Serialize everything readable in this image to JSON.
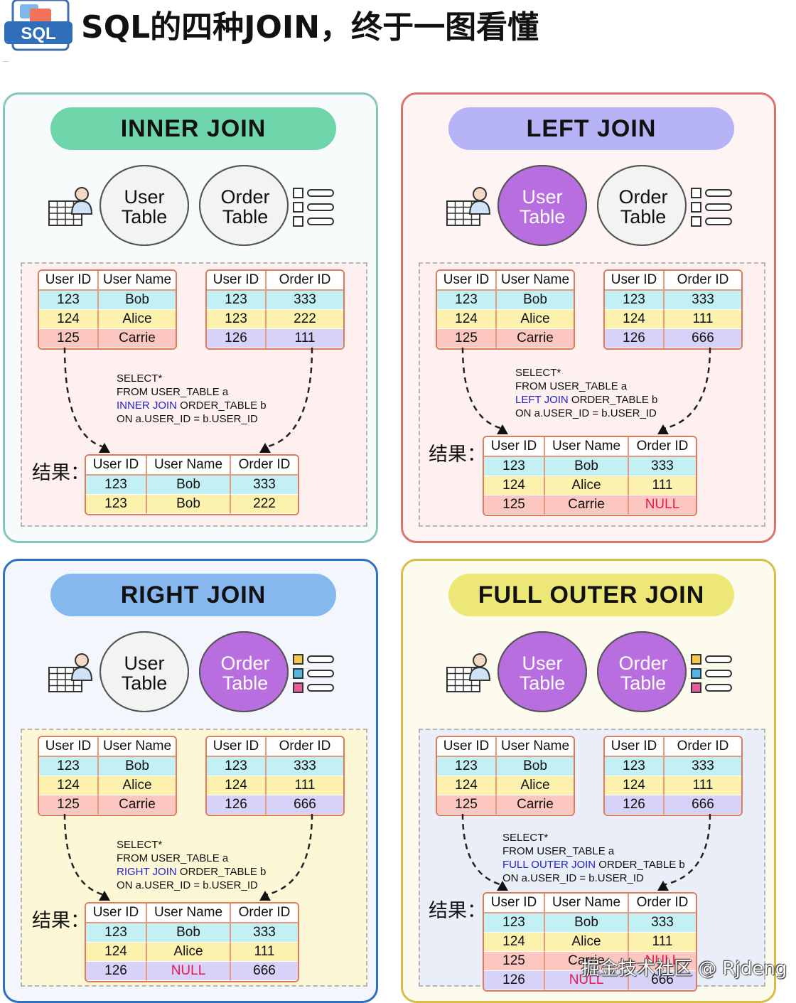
{
  "title": "SQL的四种JOIN，终于一图看懂",
  "logo_text": "SQL",
  "result_label": "结果：",
  "watermark": "掘金技术社区 @ Rjdeng",
  "user_table": {
    "headers": [
      "User ID",
      "User Name"
    ],
    "rows": [
      [
        "123",
        "Bob"
      ],
      [
        "124",
        "Alice"
      ],
      [
        "125",
        "Carrie"
      ]
    ]
  },
  "result_headers": [
    "User ID",
    "User Name",
    "Order ID"
  ],
  "venn": {
    "left_label": [
      "User",
      "Table"
    ],
    "right_label": [
      "Order",
      "Table"
    ]
  },
  "order_headers": [
    "User ID",
    "Order ID"
  ],
  "sql": {
    "select": "SELECT*",
    "from": "FROM USER_TABLE a",
    "rest": " ORDER_TABLE b",
    "on": "ON a.USER_ID = b.USER_ID"
  },
  "colors": {
    "inner": "#6fd6ab",
    "left": "#b6b2f6",
    "right": "#86b7ee",
    "full": "#ece776",
    "purple": "#b96ee0",
    "null": "#e8174f"
  },
  "panels": [
    {
      "id": "inner",
      "title": "INNER JOIN",
      "keyword": "INNER JOIN",
      "orders": [
        [
          "123",
          "333"
        ],
        [
          "123",
          "222"
        ],
        [
          "126",
          "111"
        ]
      ],
      "result": [
        [
          "123",
          "Bob",
          "333"
        ],
        [
          "123",
          "Bob",
          "222"
        ]
      ]
    },
    {
      "id": "left",
      "title": "LEFT JOIN",
      "keyword": "LEFT JOIN",
      "orders": [
        [
          "123",
          "333"
        ],
        [
          "124",
          "111"
        ],
        [
          "126",
          "666"
        ]
      ],
      "result": [
        [
          "123",
          "Bob",
          "333"
        ],
        [
          "124",
          "Alice",
          "111"
        ],
        [
          "125",
          "Carrie",
          "NULL"
        ]
      ]
    },
    {
      "id": "right",
      "title": "RIGHT JOIN",
      "keyword": "RIGHT JOIN",
      "orders": [
        [
          "123",
          "333"
        ],
        [
          "124",
          "111"
        ],
        [
          "126",
          "666"
        ]
      ],
      "result": [
        [
          "123",
          "Bob",
          "333"
        ],
        [
          "124",
          "Alice",
          "111"
        ],
        [
          "126",
          "NULL",
          "666"
        ]
      ]
    },
    {
      "id": "full",
      "title": "FULL OUTER JOIN",
      "keyword": "FULL OUTER JOIN",
      "orders": [
        [
          "123",
          "333"
        ],
        [
          "124",
          "111"
        ],
        [
          "126",
          "666"
        ]
      ],
      "result": [
        [
          "123",
          "Bob",
          "333"
        ],
        [
          "124",
          "Alice",
          "111"
        ],
        [
          "125",
          "Carrie",
          "NULL"
        ],
        [
          "126",
          "NULL",
          "666"
        ]
      ]
    }
  ]
}
